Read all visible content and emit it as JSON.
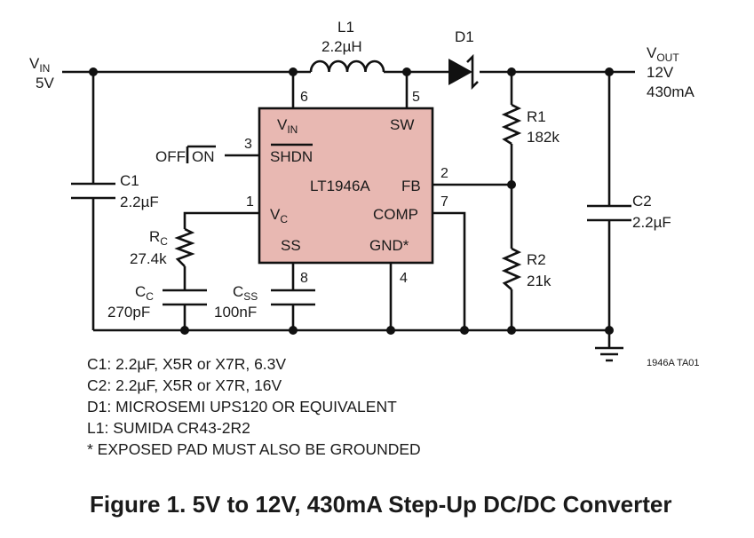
{
  "vin": {
    "label": "V",
    "sub": "IN",
    "value": "5V"
  },
  "vout": {
    "label": "V",
    "sub": "OUT",
    "voltage": "12V",
    "current": "430mA"
  },
  "l1": {
    "name": "L1",
    "value": "2.2µH"
  },
  "d1": {
    "name": "D1"
  },
  "r1": {
    "name": "R1",
    "value": "182k"
  },
  "r2": {
    "name": "R2",
    "value": "21k"
  },
  "c1": {
    "name": "C1",
    "value": "2.2µF"
  },
  "c2": {
    "name": "C2",
    "value": "2.2µF"
  },
  "rc": {
    "name": "R",
    "sub": "C",
    "value": "27.4k"
  },
  "cc": {
    "name": "C",
    "sub": "C",
    "value": "270pF"
  },
  "css": {
    "name": "C",
    "sub": "SS",
    "value": "100nF"
  },
  "shdn_ctrl": {
    "off": "OFF",
    "on": "ON"
  },
  "ic": {
    "name": "LT1946A",
    "color": "#e8b8b2",
    "pins": {
      "vin": "V",
      "vin_sub": "IN",
      "sw": "SW",
      "shdn": "SHDN",
      "fb": "FB",
      "vc": "V",
      "vc_sub": "C",
      "comp": "COMP",
      "ss": "SS",
      "gnd": "GND*"
    },
    "pin_numbers": {
      "p6": "6",
      "p5": "5",
      "p3": "3",
      "p2": "2",
      "p1": "1",
      "p7": "7",
      "p8": "8",
      "p4": "4"
    }
  },
  "ref_code": "1946A TA01",
  "notes": [
    "C1: 2.2µF, X5R or X7R, 6.3V",
    "C2: 2.2µF, X5R or X7R, 16V",
    "D1: MICROSEMI UPS120 OR EQUIVALENT",
    "L1: SUMIDA CR43-2R2",
    "* EXPOSED PAD MUST ALSO BE GROUNDED"
  ],
  "caption": "Figure 1. 5V to 12V, 430mA Step-Up DC/DC Converter"
}
